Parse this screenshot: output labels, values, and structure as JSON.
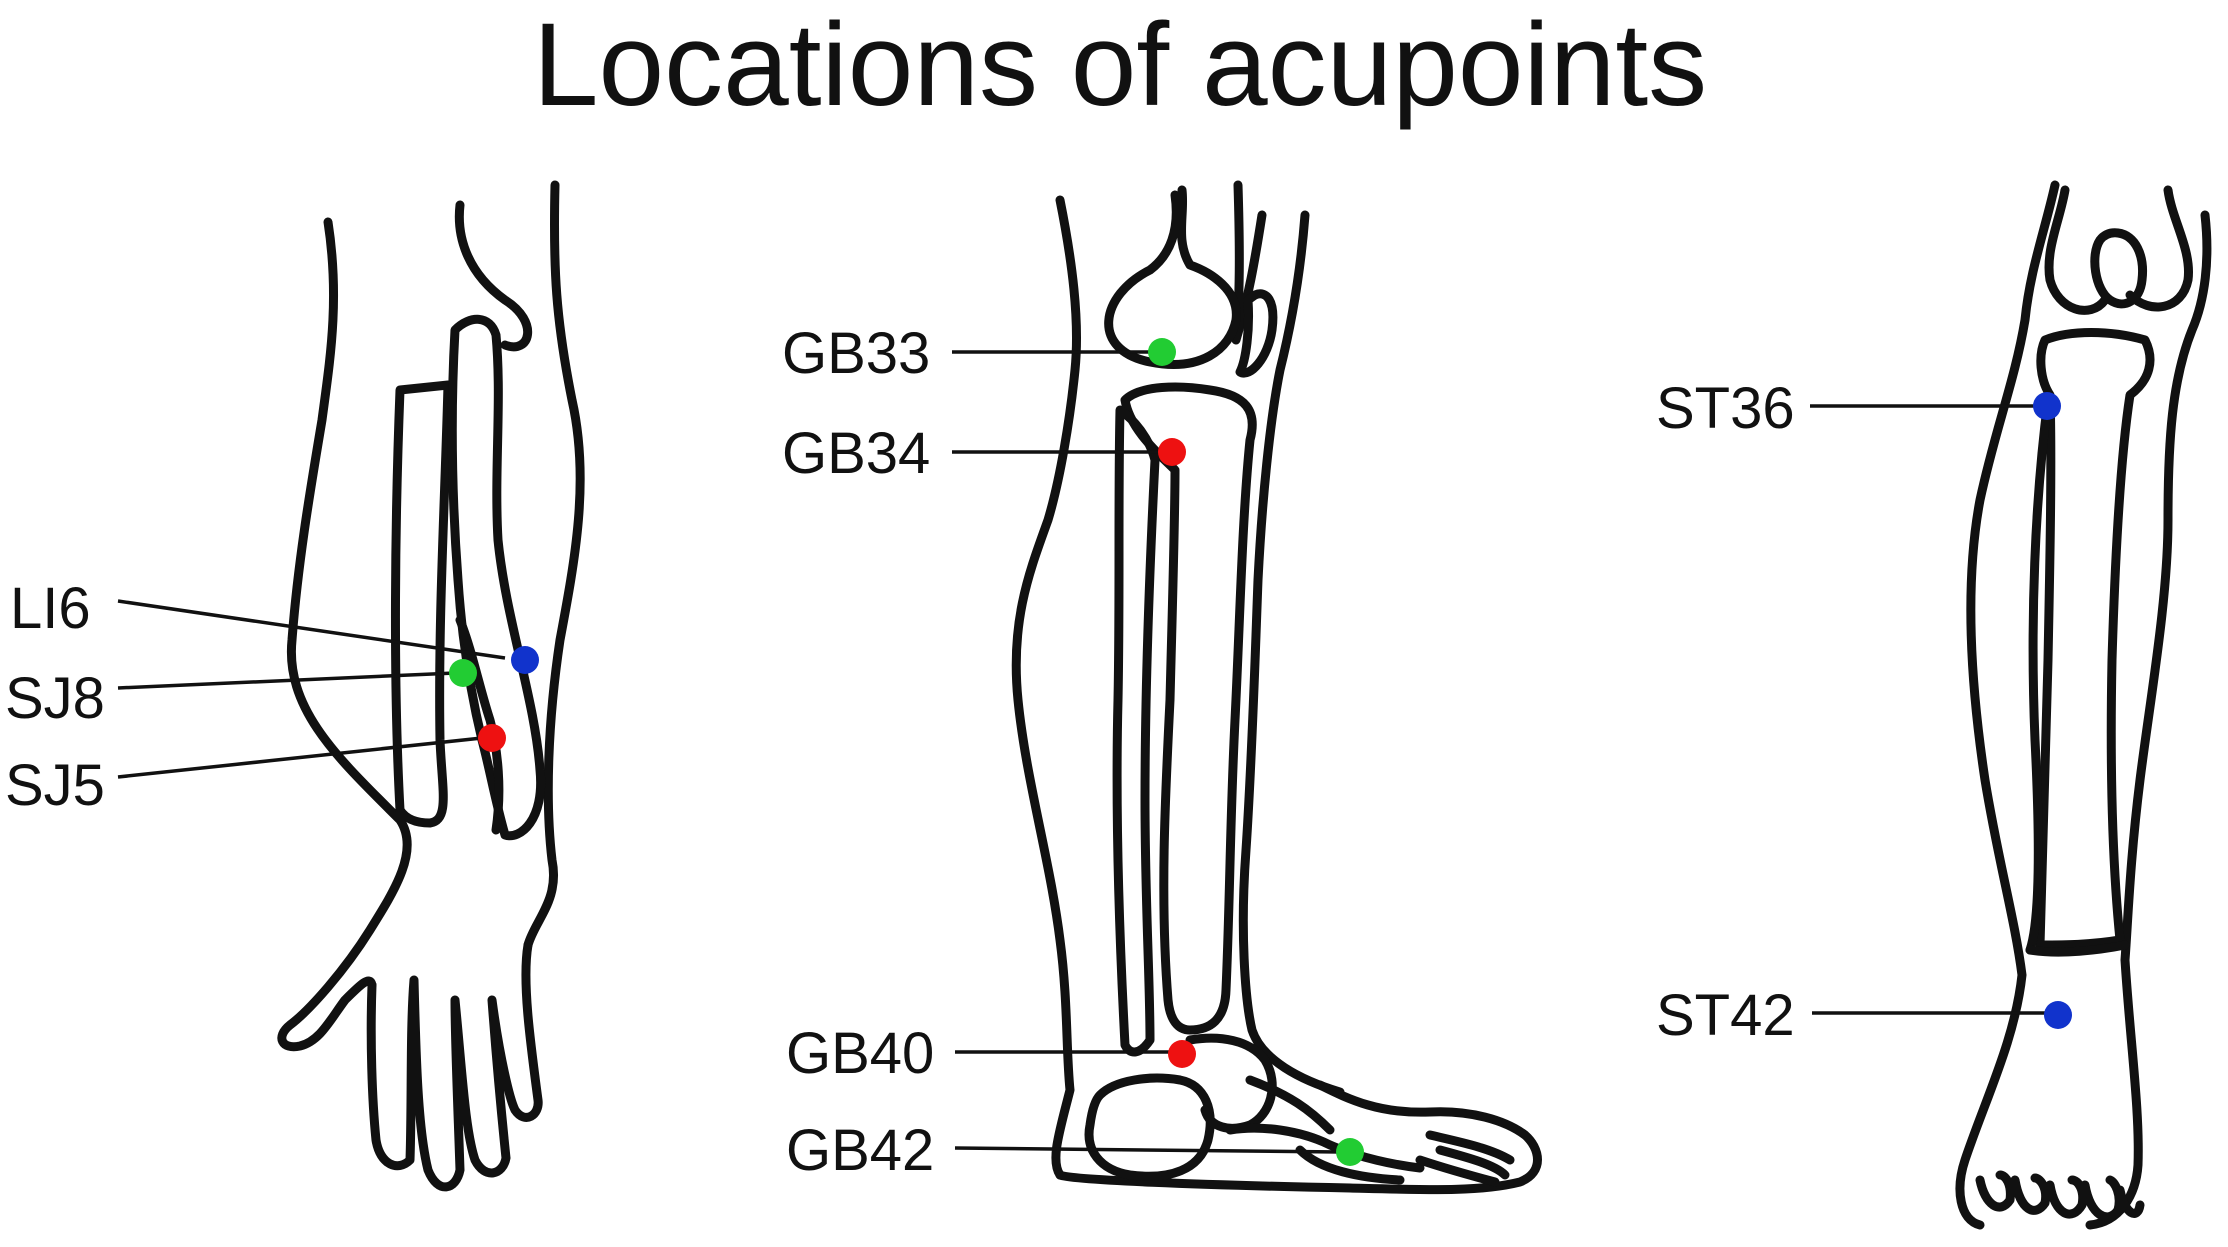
{
  "title": "Locations of acupoints",
  "colors": {
    "red": "#ee1111",
    "green": "#22cc33",
    "blue": "#1133cc",
    "line": "#111111"
  },
  "figures": [
    {
      "limb": "forearm and hand",
      "points": [
        {
          "label": "LI6",
          "color": "blue"
        },
        {
          "label": "SJ8",
          "color": "green"
        },
        {
          "label": "SJ5",
          "color": "red"
        }
      ]
    },
    {
      "limb": "lateral lower leg and foot",
      "points": [
        {
          "label": "GB33",
          "color": "green"
        },
        {
          "label": "GB34",
          "color": "red"
        },
        {
          "label": "GB40",
          "color": "red"
        },
        {
          "label": "GB42",
          "color": "green"
        }
      ]
    },
    {
      "limb": "anterior lower leg and foot",
      "points": [
        {
          "label": "ST36",
          "color": "blue"
        },
        {
          "label": "ST42",
          "color": "blue"
        }
      ]
    }
  ]
}
